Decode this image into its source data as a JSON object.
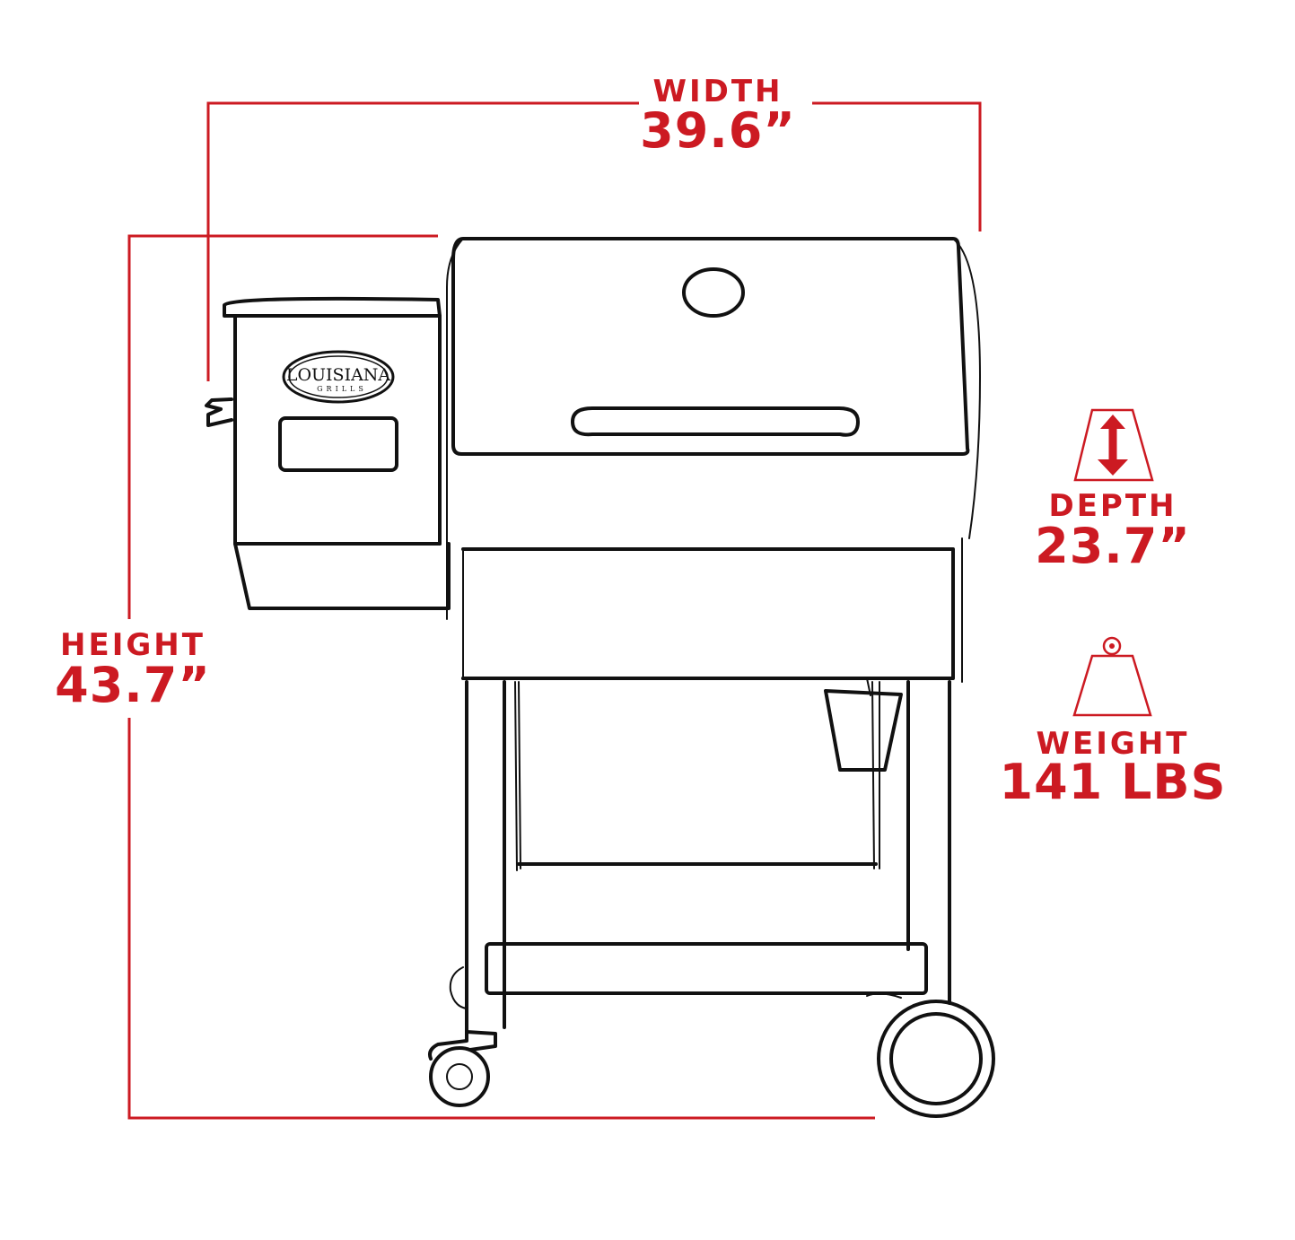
{
  "specs": {
    "width": {
      "label": "WIDTH",
      "value": "39.6”"
    },
    "height": {
      "label": "HEIGHT",
      "value": "43.7”"
    },
    "depth": {
      "label": "DEPTH",
      "value": "23.7”"
    },
    "weight": {
      "label": "WEIGHT",
      "value": "141 LBS"
    }
  },
  "logo": {
    "brand": "LOUISIANA",
    "sub": "GRILLS"
  },
  "icons": {
    "depth": "depth-arrow-icon",
    "weight": "weight-icon"
  },
  "colors": {
    "accent": "#cc1a22",
    "ink": "#111111",
    "background": "#ffffff"
  }
}
